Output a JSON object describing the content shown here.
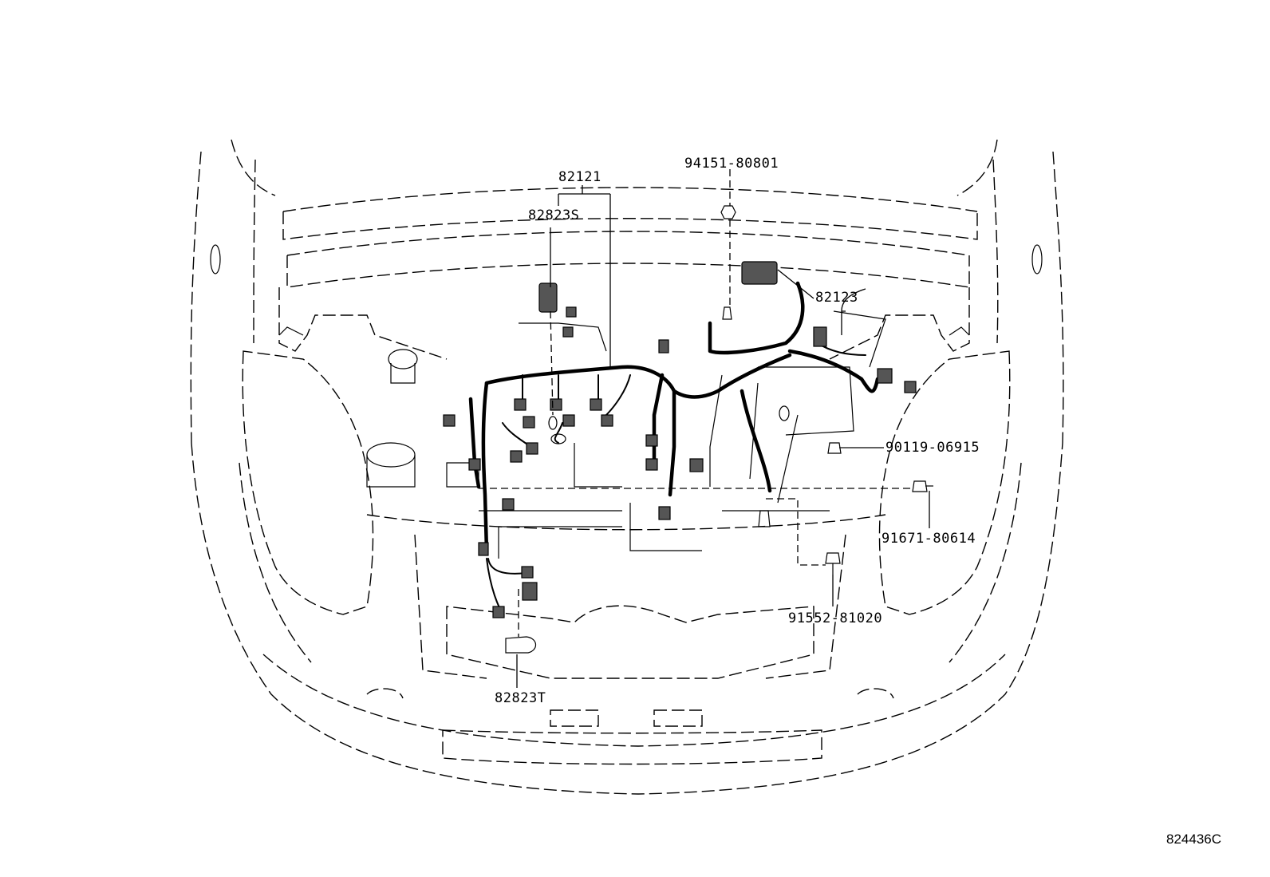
{
  "diagram": {
    "callouts": [
      {
        "id": "82121",
        "text": "82121"
      },
      {
        "id": "82823S",
        "text": "82823S"
      },
      {
        "id": "94151-80801",
        "text": "94151-80801"
      },
      {
        "id": "82123",
        "text": "82123"
      },
      {
        "id": "90119-06915",
        "text": "90119-06915"
      },
      {
        "id": "91671-80614",
        "text": "91671-80614"
      },
      {
        "id": "91552-81020",
        "text": "91552-81020"
      },
      {
        "id": "82823T",
        "text": "82823T"
      }
    ],
    "reference_code": "824436C"
  }
}
